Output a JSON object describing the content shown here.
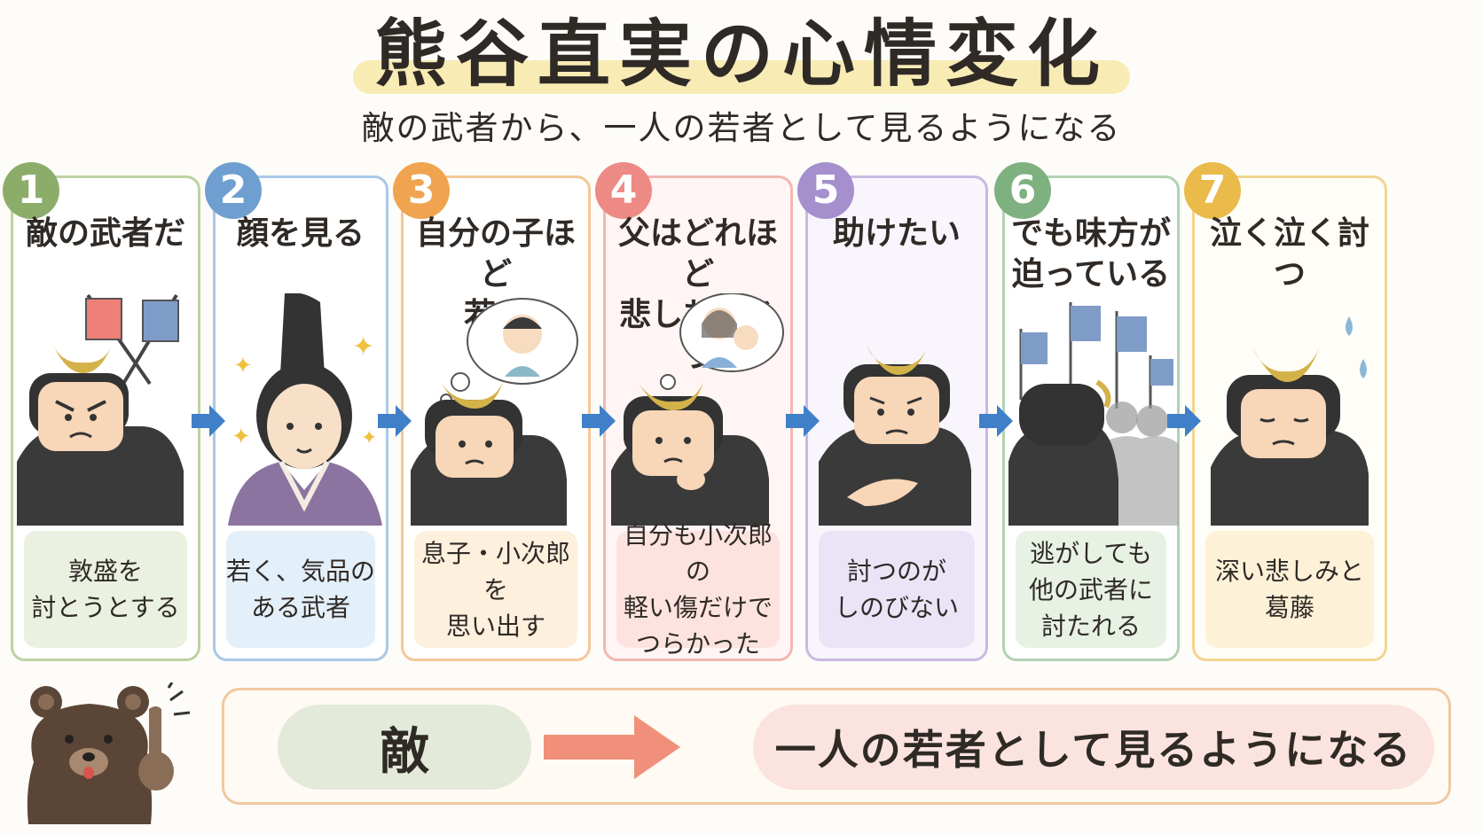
{
  "title": "熊谷直実の心情変化",
  "subtitle": "敵の武者から、一人の若者として見るようになる",
  "steps": [
    {
      "number": "1",
      "title": "敵の武者だ",
      "caption": "敦盛を\n討とうとする",
      "color": "#8cad6a",
      "border": "#bcd2a2",
      "bg": "#ffffff",
      "caption_bg": "#eaf1e0"
    },
    {
      "number": "2",
      "title": "顔を見る",
      "caption": "若く、気品の\nある武者",
      "color": "#6f9fd0",
      "border": "#a8c8e8",
      "bg": "#ffffff",
      "caption_bg": "#e3eff9"
    },
    {
      "number": "3",
      "title": "自分の子ほど\n若い",
      "caption": "息子・小次郎を\n思い出す",
      "color": "#f0a450",
      "border": "#f3c898",
      "bg": "#ffffff",
      "caption_bg": "#fdf0dd"
    },
    {
      "number": "4",
      "title": "父はどれほど\n悲しむだろう",
      "caption": "自分も小次郎の\n軽い傷だけで\nつらかった",
      "color": "#ee8a86",
      "border": "#f2b7b2",
      "bg": "#fff5f4",
      "caption_bg": "#fde3e0"
    },
    {
      "number": "5",
      "title": "助けたい",
      "caption": "討つのが\nしのびない",
      "color": "#a58fcd",
      "border": "#c8b9e2",
      "bg": "#f8f5fd",
      "caption_bg": "#ebe3f6"
    },
    {
      "number": "6",
      "title": "でも味方が\n迫っている",
      "caption": "逃がしても\n他の武者に\n討たれる",
      "color": "#7fb080",
      "border": "#b2d2b2",
      "bg": "#ffffff",
      "caption_bg": "#e7f1e4"
    },
    {
      "number": "7",
      "title": "泣く泣く討つ",
      "caption": "深い悲しみと\n葛藤",
      "color": "#eaba4a",
      "border": "#f3d58f",
      "bg": "#fffdf7",
      "caption_bg": "#fdf1d8"
    }
  ],
  "summary": {
    "from": "敵",
    "to": "一人の若者として見るようになる"
  }
}
